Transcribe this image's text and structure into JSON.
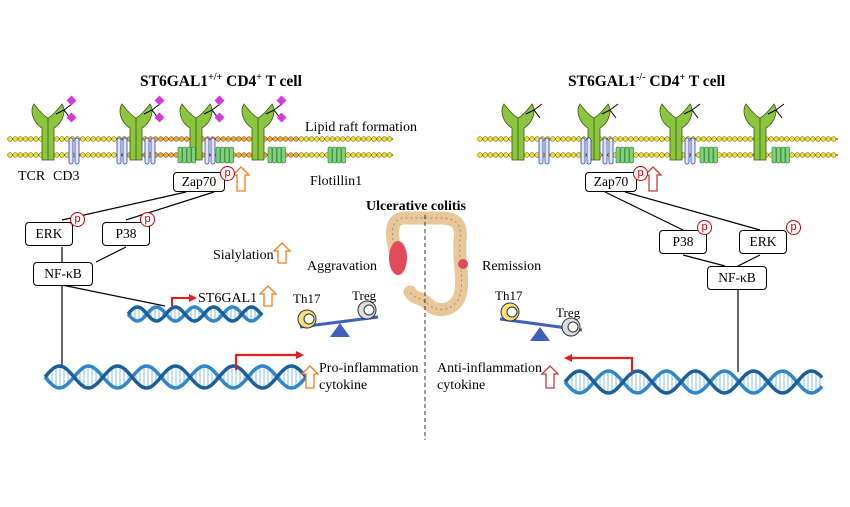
{
  "left_panel": {
    "title_main": "ST6GAL1",
    "title_sup": "+/+",
    "title_mid": " CD4",
    "title_sup2": "+",
    "title_end": " T cell",
    "tcr_label": "TCR",
    "cd3_label": "CD3",
    "zap70": "Zap70",
    "lipid_raft": "Lipid raft formation",
    "flotillin": "Flotillin1",
    "erk": "ERK",
    "p38": "P38",
    "nfkb": "NF-κB",
    "sialylation": "Sialylation",
    "st6gal1": "ST6GAL1",
    "aggravation": "Aggravation",
    "th17": "Th17",
    "treg": "Treg",
    "pro_inflammation_line1": "Pro-inflammation",
    "pro_inflammation_line2": "cytokine"
  },
  "center": {
    "title": "Ulcerative colitis"
  },
  "right_panel": {
    "title_main": "ST6GAL1",
    "title_sup": "-/-",
    "title_mid": " CD4",
    "title_sup2": "+",
    "title_end": " T cell",
    "zap70": "Zap70",
    "p38": "P38",
    "erk": "ERK",
    "nfkb": "NF-κB",
    "remission": "Remission",
    "th17": "Th17",
    "treg": "Treg",
    "anti_inflammation_line1": "Anti-inflammation",
    "anti_inflammation_line2": "cytokine"
  },
  "phospho_label": "p",
  "colors": {
    "membrane_yellow": "#f2e21a",
    "receptor_green": "#8cc63f",
    "sialic_magenta": "#d63adf",
    "arrow_red": "#e02020",
    "up_arrow_orange": "#f07d20",
    "dna_blue": "#2f86c8",
    "scale_blue": "#4060c0",
    "raft_orange": "#f5a623"
  }
}
